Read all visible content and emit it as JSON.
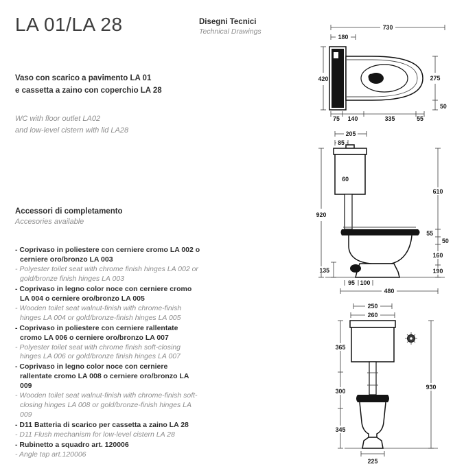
{
  "header": {
    "title": "LA 01/LA 28",
    "section_it": "Disegni Tecnici",
    "section_en": "Technical Drawings"
  },
  "description": {
    "it": "Vaso con scarico a pavimento LA 01\ne cassetta a zaino con coperchio LA 28",
    "en": "WC with floor outlet LA02\nand low-level cistern with lid LA28"
  },
  "accessories": {
    "heading_it": "Accessori di completamento",
    "heading_en": "Accesories available",
    "items": [
      {
        "it": "- Coprivaso in poliestere con cerniere cromo LA 002 o cerniere oro/bronzo LA 003",
        "en": "- Polyester toilet seat with chrome finish hinges LA 002 or gold/bronze finish hinges LA 003"
      },
      {
        "it": "- Coprivaso in legno color noce con cerniere cromo LA 004 o cerniere oro/bronzo LA 005",
        "en": "- Wooden toilet seat walnut-finish with chrome-finish hinges LA 004 or gold/bronze-finish hinges LA 005"
      },
      {
        "it": "- Coprivaso in poliestere con cerniere rallentate cromo LA 006 o cerniere oro/bronzo LA 007",
        "en": "- Polyester toilet seat with chrome finish soft-closing hinges LA 006 or gold/bronze finish hinges LA 007"
      },
      {
        "it": "- Coprivaso in legno color noce con cerniere rallentate cromo LA 008 o cerniere oro/bronzo LA 009",
        "en": "- Wooden toilet seat walnut-finish with chrome-finish soft-closing hinges LA 008 or gold/bronze-finish hinges LA 009"
      },
      {
        "it": "- D11 Batteria di scarico per cassetta a zaino LA 28",
        "en": "- D11 Flush mechanism for low-level cistern LA 28"
      },
      {
        "it": "- Rubinetto a squadro art. 120006",
        "en": "- Angle tap art.120006"
      }
    ]
  },
  "drawings": {
    "plan": {
      "d730": "730",
      "d180": "180",
      "d420": "420",
      "d275": "275",
      "d50": "50",
      "d75": "75",
      "d140": "140",
      "d335": "335",
      "d55": "55"
    },
    "side": {
      "d205": "205",
      "d85": "85",
      "d60": "60",
      "d920": "920",
      "d610": "610",
      "d55": "55",
      "d50": "50",
      "d160": "160",
      "d190": "190",
      "d135": "135",
      "d95": "95",
      "d100": "100",
      "d480": "480"
    },
    "front": {
      "d250": "250",
      "d260": "260",
      "d365": "365",
      "d300": "300",
      "d345": "345",
      "d930": "930",
      "d225": "225"
    }
  },
  "colors": {
    "ink": "#1c1c1c",
    "muted": "#8d8d8d"
  }
}
